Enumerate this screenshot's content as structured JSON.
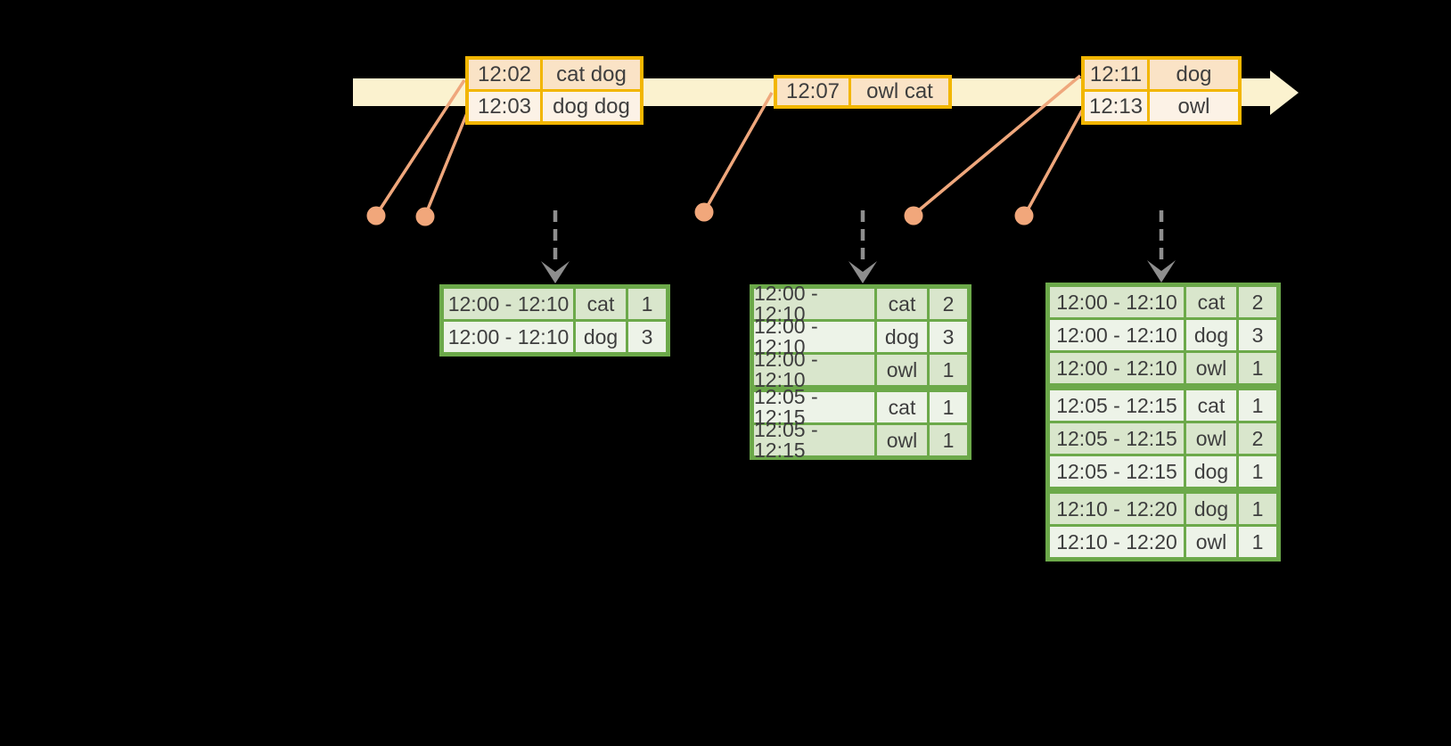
{
  "colors": {
    "background": "#000000",
    "timeline_fill": "#FBF2CF",
    "event_table_border": "#F2B600",
    "event_row_dark": "#FAE3C6",
    "event_row_light": "#FCF2E6",
    "result_table_border": "#6CA94A",
    "result_row_dark": "#D9E6CC",
    "result_row_light": "#EDF3E8",
    "connector_salmon": "#EFA77C",
    "trigger_arrow_gray": "#8E8E8E",
    "text": "#3E3E3E"
  },
  "event_tables": [
    {
      "rows": [
        {
          "time": "12:02",
          "words": "cat dog"
        },
        {
          "time": "12:03",
          "words": "dog dog"
        }
      ]
    },
    {
      "rows": [
        {
          "time": "12:07",
          "words": "owl cat"
        }
      ]
    },
    {
      "rows": [
        {
          "time": "12:11",
          "words": "dog"
        },
        {
          "time": "12:13",
          "words": "owl"
        }
      ]
    }
  ],
  "result_tables": [
    {
      "rows": [
        {
          "window": "12:00 - 12:10",
          "word": "cat",
          "count": "1"
        },
        {
          "window": "12:00 - 12:10",
          "word": "dog",
          "count": "3"
        }
      ]
    },
    {
      "rows": [
        {
          "window": "12:00 - 12:10",
          "word": "cat",
          "count": "2"
        },
        {
          "window": "12:00 - 12:10",
          "word": "dog",
          "count": "3"
        },
        {
          "window": "12:00 - 12:10",
          "word": "owl",
          "count": "1"
        },
        {
          "window": "12:05 - 12:15",
          "word": "cat",
          "count": "1"
        },
        {
          "window": "12:05 - 12:15",
          "word": "owl",
          "count": "1"
        }
      ]
    },
    {
      "rows": [
        {
          "window": "12:00 - 12:10",
          "word": "cat",
          "count": "2"
        },
        {
          "window": "12:00 - 12:10",
          "word": "dog",
          "count": "3"
        },
        {
          "window": "12:00 - 12:10",
          "word": "owl",
          "count": "1"
        },
        {
          "window": "12:05 - 12:15",
          "word": "cat",
          "count": "1"
        },
        {
          "window": "12:05 - 12:15",
          "word": "owl",
          "count": "2"
        },
        {
          "window": "12:05 - 12:15",
          "word": "dog",
          "count": "1"
        },
        {
          "window": "12:10 - 12:20",
          "word": "dog",
          "count": "1"
        },
        {
          "window": "12:10 - 12:20",
          "word": "owl",
          "count": "1"
        }
      ]
    }
  ]
}
